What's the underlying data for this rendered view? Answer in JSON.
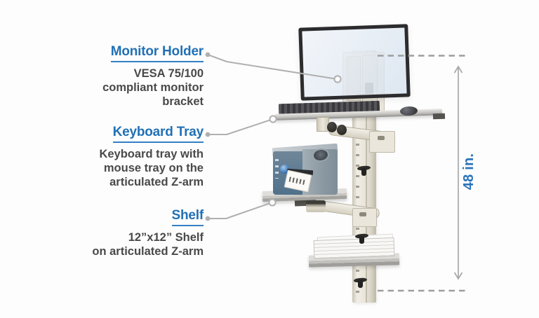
{
  "callouts": [
    {
      "title": "Monitor Holder",
      "lines": [
        "VESA 75/100",
        "compliant monitor",
        "bracket"
      ]
    },
    {
      "title": "Keyboard Tray",
      "lines": [
        "Keyboard tray with",
        "mouse tray on the",
        "articulated Z-arm"
      ]
    },
    {
      "title": "Shelf",
      "lines": [
        "12”x12” Shelf",
        "on articulated Z-arm"
      ]
    }
  ],
  "dimension": {
    "label": "48 in."
  },
  "illustration": {
    "parts": [
      "wall-track",
      "monitor",
      "monitor-mount-bracket",
      "keyboard-tray",
      "keyboard",
      "mouse",
      "articulated-z-arm",
      "label-printer",
      "printer-shelf",
      "paper-tray-stack",
      "bottom-shelf",
      "clamp-knobs"
    ]
  },
  "colors": {
    "accent_blue": "#2171b5",
    "underline_blue": "#3380c4",
    "dimension_blue": "#2b74ba",
    "body_text_gray": "#49494b",
    "leader_gray": "#b0b0b0",
    "dashed_gray": "#9d9d9d",
    "track_cream": "#e8e4d9",
    "printer_slate": "#5d7a92"
  }
}
